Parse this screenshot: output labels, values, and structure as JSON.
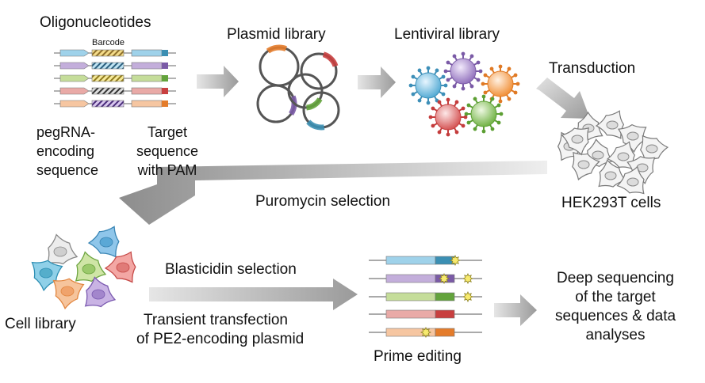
{
  "steps": {
    "oligonucleotides": "Oligonucleotides",
    "barcode": "Barcode",
    "pegrna": [
      "pegRNA-",
      "encoding",
      "sequence"
    ],
    "target": [
      "Target",
      "sequence",
      "with PAM"
    ],
    "plasmid_library": "Plasmid library",
    "lentiviral_library": "Lentiviral library",
    "transduction": "Transduction",
    "hek_cells": "HEK293T cells",
    "puromycin": "Puromycin selection",
    "cell_library": "Cell library",
    "blasticidin": "Blasticidin selection",
    "transient_1": "Transient transfection",
    "transient_2": "of PE2-encoding plasmid",
    "prime_editing": "Prime editing",
    "deep_seq": [
      "Deep sequencing",
      "of the target",
      "sequences & data",
      "analyses"
    ]
  },
  "colors": {
    "blue": "#9fd2ea",
    "purple": "#c3aedb",
    "green": "#c5dd9a",
    "pink": "#e9aaa7",
    "peach": "#f6c6a1",
    "blue_dark": "#3b8fb3",
    "purple_dark": "#7a5aa6",
    "green_dark": "#63a33c",
    "red_dark": "#c83f3f",
    "orange_dark": "#e47c2b",
    "arrow": "#b3b3b3",
    "star": "#f7ea6e"
  }
}
